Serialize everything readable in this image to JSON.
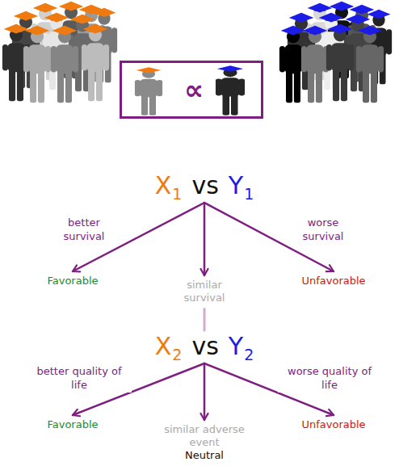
{
  "diagram": {
    "nodes": [
      {
        "text": [
          "∝"
        ]
      },
      {
        "text": [
          "X",
          "1",
          "vs",
          "Y",
          "1"
        ]
      },
      {
        "text": [
          "Favorable"
        ]
      },
      {
        "text": [
          "similar survival"
        ]
      },
      {
        "text": [
          "Unfavorable"
        ]
      },
      {
        "text": [
          "X",
          "2",
          "vs",
          "Y",
          "2"
        ]
      },
      {
        "text": [
          "Favorable"
        ]
      },
      {
        "text": [
          "similar adverse event"
        ]
      },
      {
        "text": [
          "Unfavorable"
        ]
      }
    ],
    "edges": [
      {
        "from": 1,
        "to": 2,
        "arrow": "to",
        "label": "better survival"
      },
      {
        "from": 1,
        "to": 3,
        "arrow": "to"
      },
      {
        "from": 1,
        "to": 4,
        "arrow": "to",
        "label": "worse survival"
      },
      {
        "from": 3,
        "to": 5,
        "arrow": "none"
      },
      {
        "from": 5,
        "to": 6,
        "arrow": "to",
        "label": "better quality of life"
      },
      {
        "from": 5,
        "to": 7,
        "arrow": "to"
      },
      {
        "from": 5,
        "to": 8,
        "arrow": "to",
        "label": "worse quality of life"
      }
    ],
    "labels": [
      "Neutral"
    ]
  }
}
